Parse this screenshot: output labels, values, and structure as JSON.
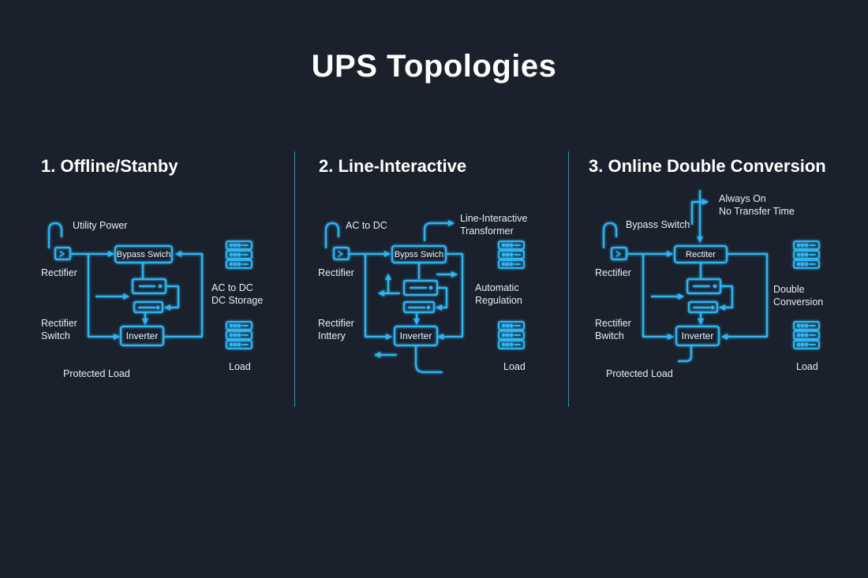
{
  "title": "UPS Topologies",
  "colors": {
    "background": "#1a212d",
    "accent": "#2fb4f0",
    "divider": "#3e8ba6"
  },
  "panels": [
    {
      "heading": "1. Offline/Stanby",
      "labels": {
        "utility_power": "Utility Power",
        "rectifier": "Rectifier",
        "rectifier_switch": "Rectifier\nSwitch",
        "protected_load": "Protected Load",
        "ac_dc": "AC to DC\nDC Storage",
        "load": "Load"
      },
      "boxes": {
        "bypass": "Bypass Swich",
        "inverter": "Inverter"
      }
    },
    {
      "heading": "2. Line-Interactive",
      "labels": {
        "ac_to_dc": "AC to DC",
        "transformer": "Line-Interactive\nTransformer",
        "rectifier": "Rectifier",
        "regulation": "Automatic\nRegulation",
        "rectifier_battery": "Rectifier\nInttery",
        "load": "Load"
      },
      "boxes": {
        "bypass": "Bypss Swich",
        "inverter": "Inverter"
      }
    },
    {
      "heading": "3. Online Double Conversion",
      "labels": {
        "always_on": "Always On\nNo Transfer Time",
        "bypass_switch": "Bypass Switch",
        "rectifier": "Rectifier",
        "double_conversion": "Double\nConversion",
        "rectifier_bwitch": "Rectifier\nBwitch",
        "protected_load": "Protected Load",
        "load": "Load"
      },
      "boxes": {
        "rectifier": "Rectiter",
        "inverter": "Inverter"
      }
    }
  ]
}
